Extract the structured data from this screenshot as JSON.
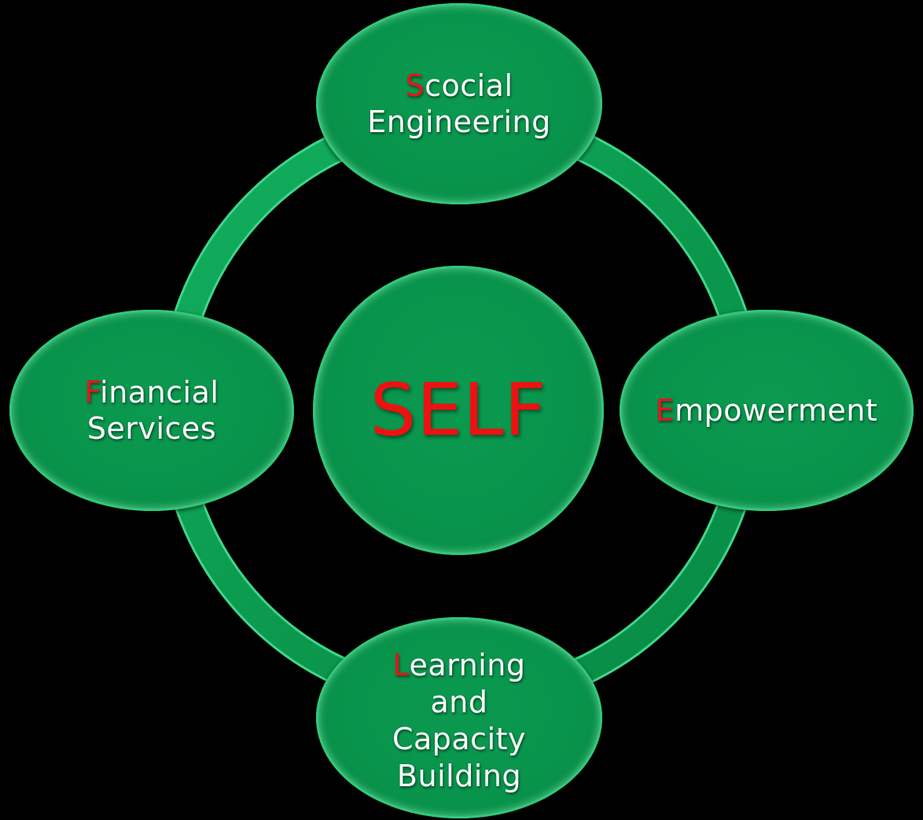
{
  "diagram": {
    "center": {
      "label": "SELF"
    },
    "nodes": {
      "top": {
        "initial": "S",
        "rest": "cocial",
        "line2": "Engineering"
      },
      "right": {
        "initial": "E",
        "rest": "mpowerment"
      },
      "bottom": {
        "initial": "L",
        "rest": "earning",
        "line2": "and",
        "line3": "Capacity",
        "line4": "Building"
      },
      "left": {
        "initial": "F",
        "rest": "inancial",
        "line2": "Services"
      }
    }
  },
  "colors": {
    "background": "#000000",
    "node_fill": "#08934b",
    "ring": "#0b9a4e",
    "initial_letter": "#e8151b",
    "center_text": "#ee1111",
    "text": "#ffffff"
  }
}
